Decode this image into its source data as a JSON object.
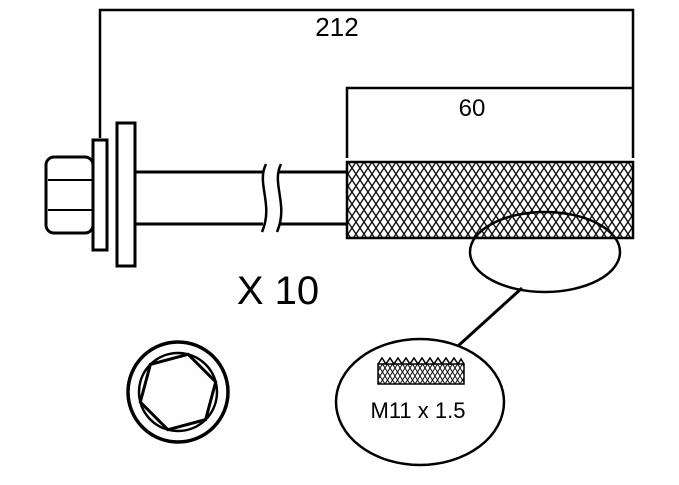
{
  "diagram": {
    "dimensions": {
      "overall_length": "212",
      "thread_length": "60"
    },
    "quantity": "X 10",
    "thread_spec": "M11 x 1.5",
    "icons": {
      "bolt_side_view": "flanged-hex-bolt-side-view",
      "hex_end_view": "hex-head-end-view",
      "thread_callout": "thread-detail-callout-balloon"
    },
    "colors": {
      "line": "#000000",
      "background": "#ffffff"
    }
  }
}
